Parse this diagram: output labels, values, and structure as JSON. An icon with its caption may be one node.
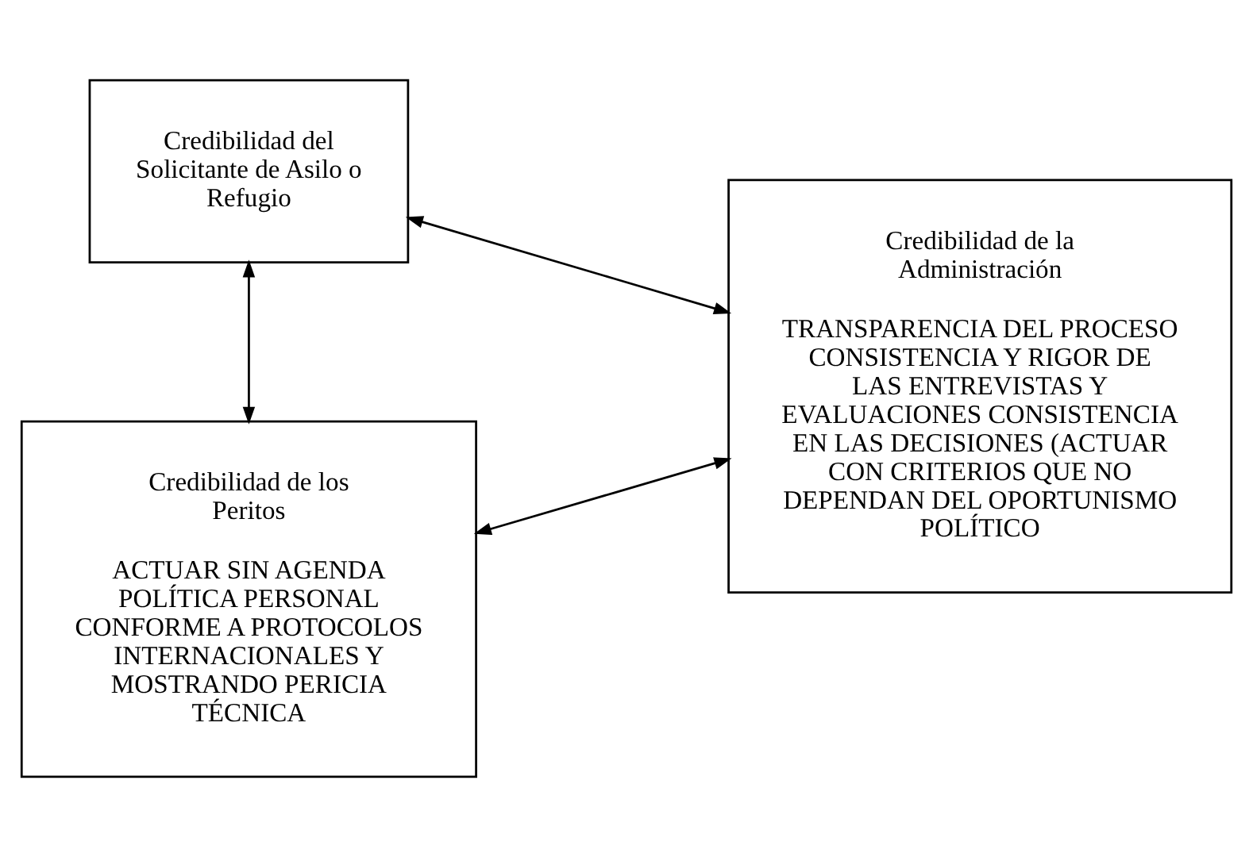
{
  "diagram": {
    "nodes": [
      {
        "text": [
          "Credibilidad del Solicitante de Asilo o Refugio"
        ]
      },
      {
        "text": [
          "Credibilidad de la Administración",
          "TRANSPARENCIA DEL PROCESO CONSISTENCIA Y RIGOR DE LAS ENTREVISTAS Y EVALUACIONES CONSISTENCIA EN LAS DECISIONES (ACTUAR CON CRITERIOS QUE NO DEPENDAN DEL OPORTUNISMO POLÍTICO"
        ]
      },
      {
        "text": [
          "Credibilidad de los Peritos",
          "ACTUAR SIN AGENDA POLÍTICA PERSONAL CONFORME A PROTOCOLOS INTERNACIONALES Y MOSTRANDO PERICIA TÉCNICA"
        ]
      }
    ],
    "edges": [
      {
        "from": 0,
        "to": 1,
        "arrow": "both"
      },
      {
        "from": 0,
        "to": 2,
        "arrow": "both"
      },
      {
        "from": 2,
        "to": 1,
        "arrow": "both"
      }
    ]
  }
}
